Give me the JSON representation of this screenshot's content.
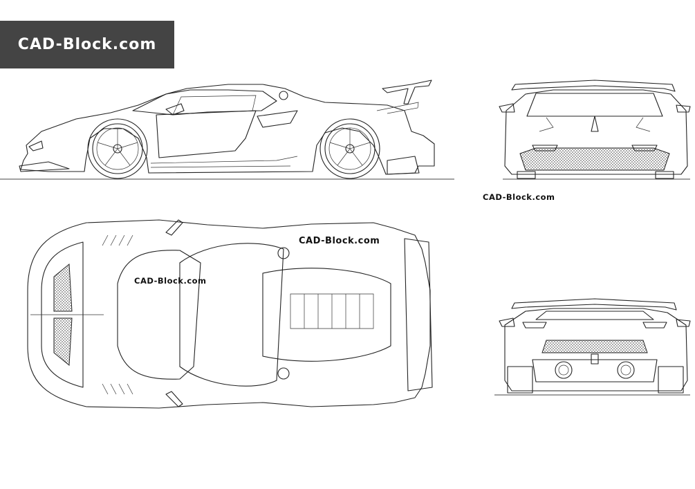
{
  "banner": {
    "text": "CAD-Block.com"
  },
  "watermarks": {
    "front": "CAD-Block.com",
    "top_right": "CAD-Block.com",
    "top_left": "CAD-Block.com"
  },
  "colors": {
    "banner_bg": "#444444",
    "banner_text": "#ffffff",
    "line": "#222222"
  }
}
